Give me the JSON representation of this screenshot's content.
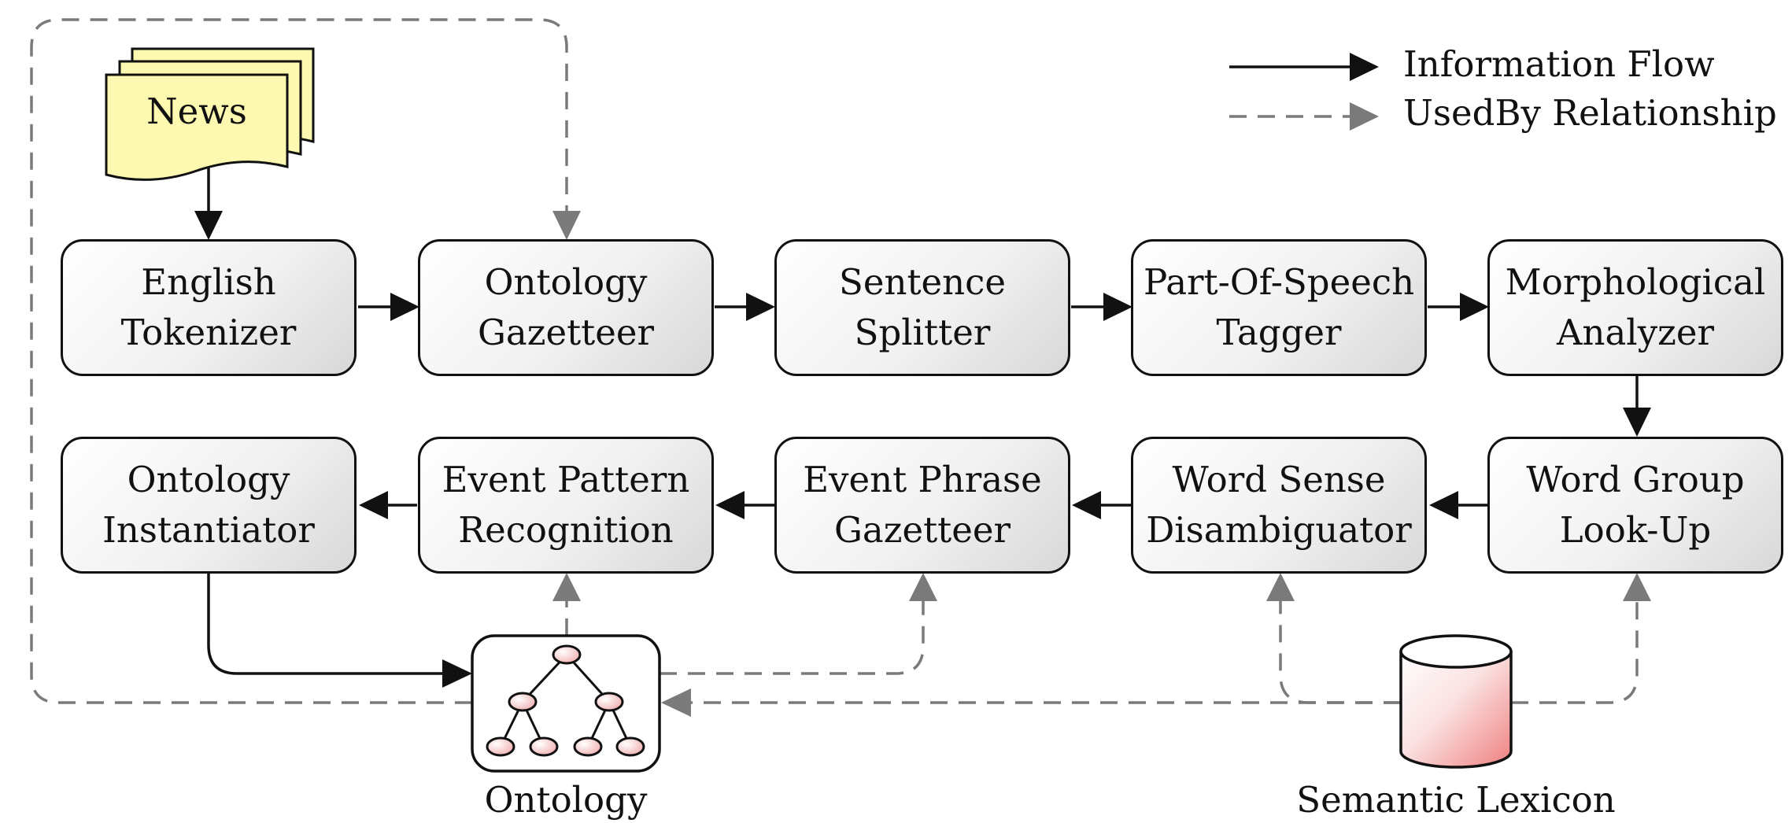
{
  "legend": {
    "information_flow": "Information Flow",
    "usedby": "UsedBy Relationship"
  },
  "news": "News",
  "pipeline_top": [
    {
      "line1": "English",
      "line2": "Tokenizer"
    },
    {
      "line1": "Ontology",
      "line2": "Gazetteer"
    },
    {
      "line1": "Sentence",
      "line2": "Splitter"
    },
    {
      "line1": "Part-Of-Speech",
      "line2": "Tagger"
    },
    {
      "line1": "Morphological",
      "line2": "Analyzer"
    }
  ],
  "pipeline_bottom": [
    {
      "line1": "Ontology",
      "line2": "Instantiator"
    },
    {
      "line1": "Event Pattern",
      "line2": "Recognition"
    },
    {
      "line1": "Event Phrase",
      "line2": "Gazetteer"
    },
    {
      "line1": "Word Sense",
      "line2": "Disambiguator"
    },
    {
      "line1": "Word Group",
      "line2": "Look-Up"
    }
  ],
  "resources": {
    "ontology": "Ontology",
    "semantic_lexicon": "Semantic Lexicon"
  },
  "colors": {
    "solid": "#111111",
    "dashed": "#7a7a7a",
    "news_fill": "#fdf9b0",
    "lexicon_fill": "#f08a8a",
    "node_fill": "#f3b8b8"
  }
}
